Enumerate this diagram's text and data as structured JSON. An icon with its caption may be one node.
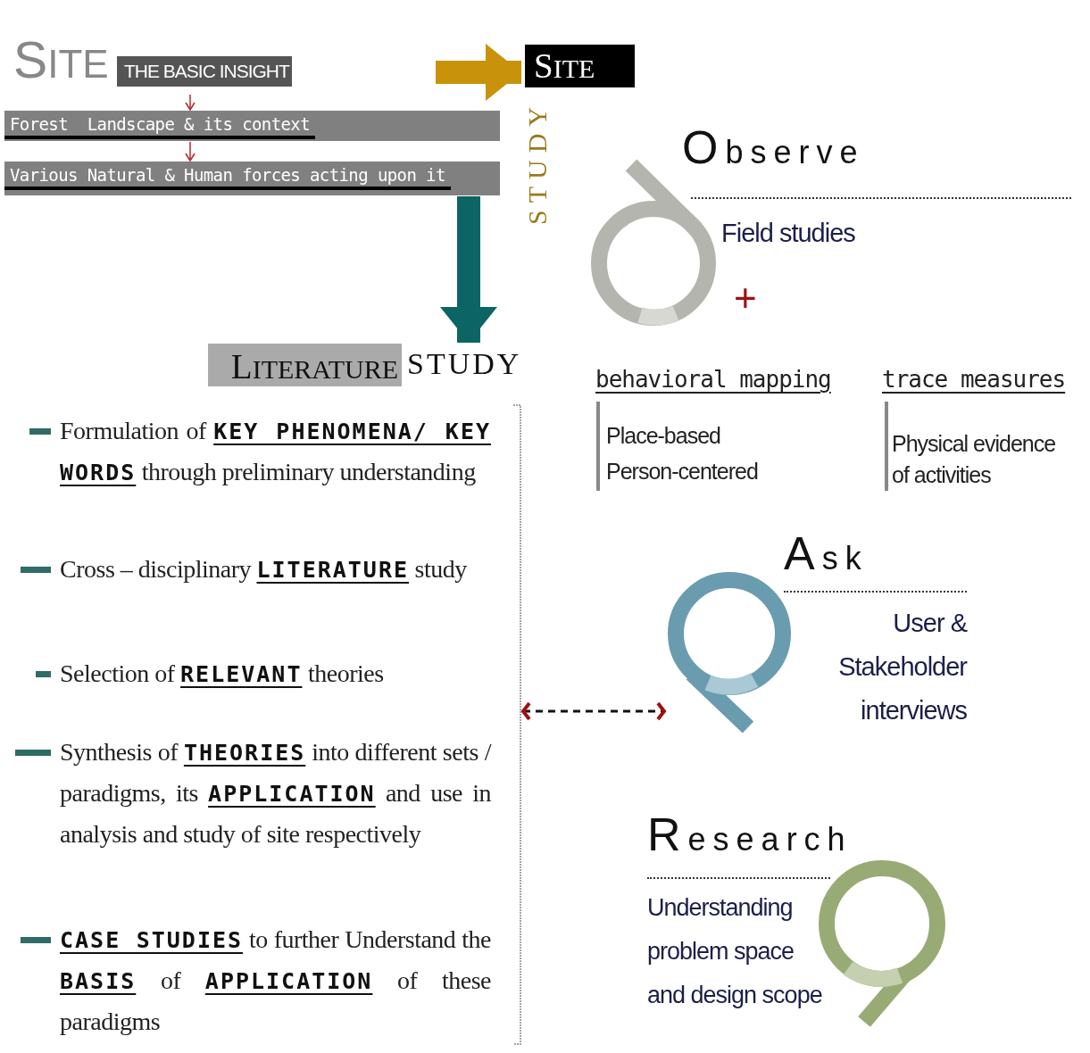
{
  "diagram": {
    "nodes": [
      {
        "text": [
          "THE BASIC INSIGHT"
        ],
        "beside": [
          "SITE"
        ]
      },
      {
        "text": [
          "Forest  Landscape & its context"
        ]
      },
      {
        "text": [
          "Various Natural & Human forces acting upon it"
        ]
      },
      {
        "text": [
          "SITE"
        ],
        "beside": [
          "STUDY"
        ]
      },
      {
        "text": [
          "LITERATURE",
          "STUDY"
        ]
      },
      {
        "text": [
          "Formulation of **KEY PHENOMENA/ KEY WORDS** through preliminary understanding",
          "Cross – disciplinary **LITERATURE** study",
          "Selection of **RELEVANT** theories",
          "Synthesis of **THEORIES** into different sets / paradigms, its **APPLICATION** and use in analysis and study of site respectively",
          "**CASE STUDIES** to further Understand the **BASIS** of **APPLICATION** of these paradigms"
        ]
      },
      {
        "text": [
          "Observe",
          "Field studies"
        ],
        "beside": [
          "+"
        ]
      },
      {
        "text": [
          "Ask",
          "User & Stakeholder interviews"
        ]
      },
      {
        "text": [
          "Research",
          "Understanding problem space and design scope"
        ]
      }
    ],
    "edges": [
      {
        "from": 0,
        "to": 1,
        "arrow": "to"
      },
      {
        "from": 1,
        "to": 2,
        "arrow": "to"
      },
      {
        "from": null,
        "to": 3,
        "arrow": "to",
        "style": "thick",
        "color": "#c8920a"
      },
      {
        "from": 2,
        "to": 4,
        "arrow": "to",
        "style": "thick",
        "color": "#0d6464"
      },
      {
        "from": 5,
        "to": 7,
        "arrow": "both",
        "style": "dashed",
        "color": "#111111"
      }
    ],
    "labels": [
      "behavioral mapping",
      "Place-based",
      "Person-centered",
      "trace measures",
      "Physical evidence of activities"
    ]
  }
}
